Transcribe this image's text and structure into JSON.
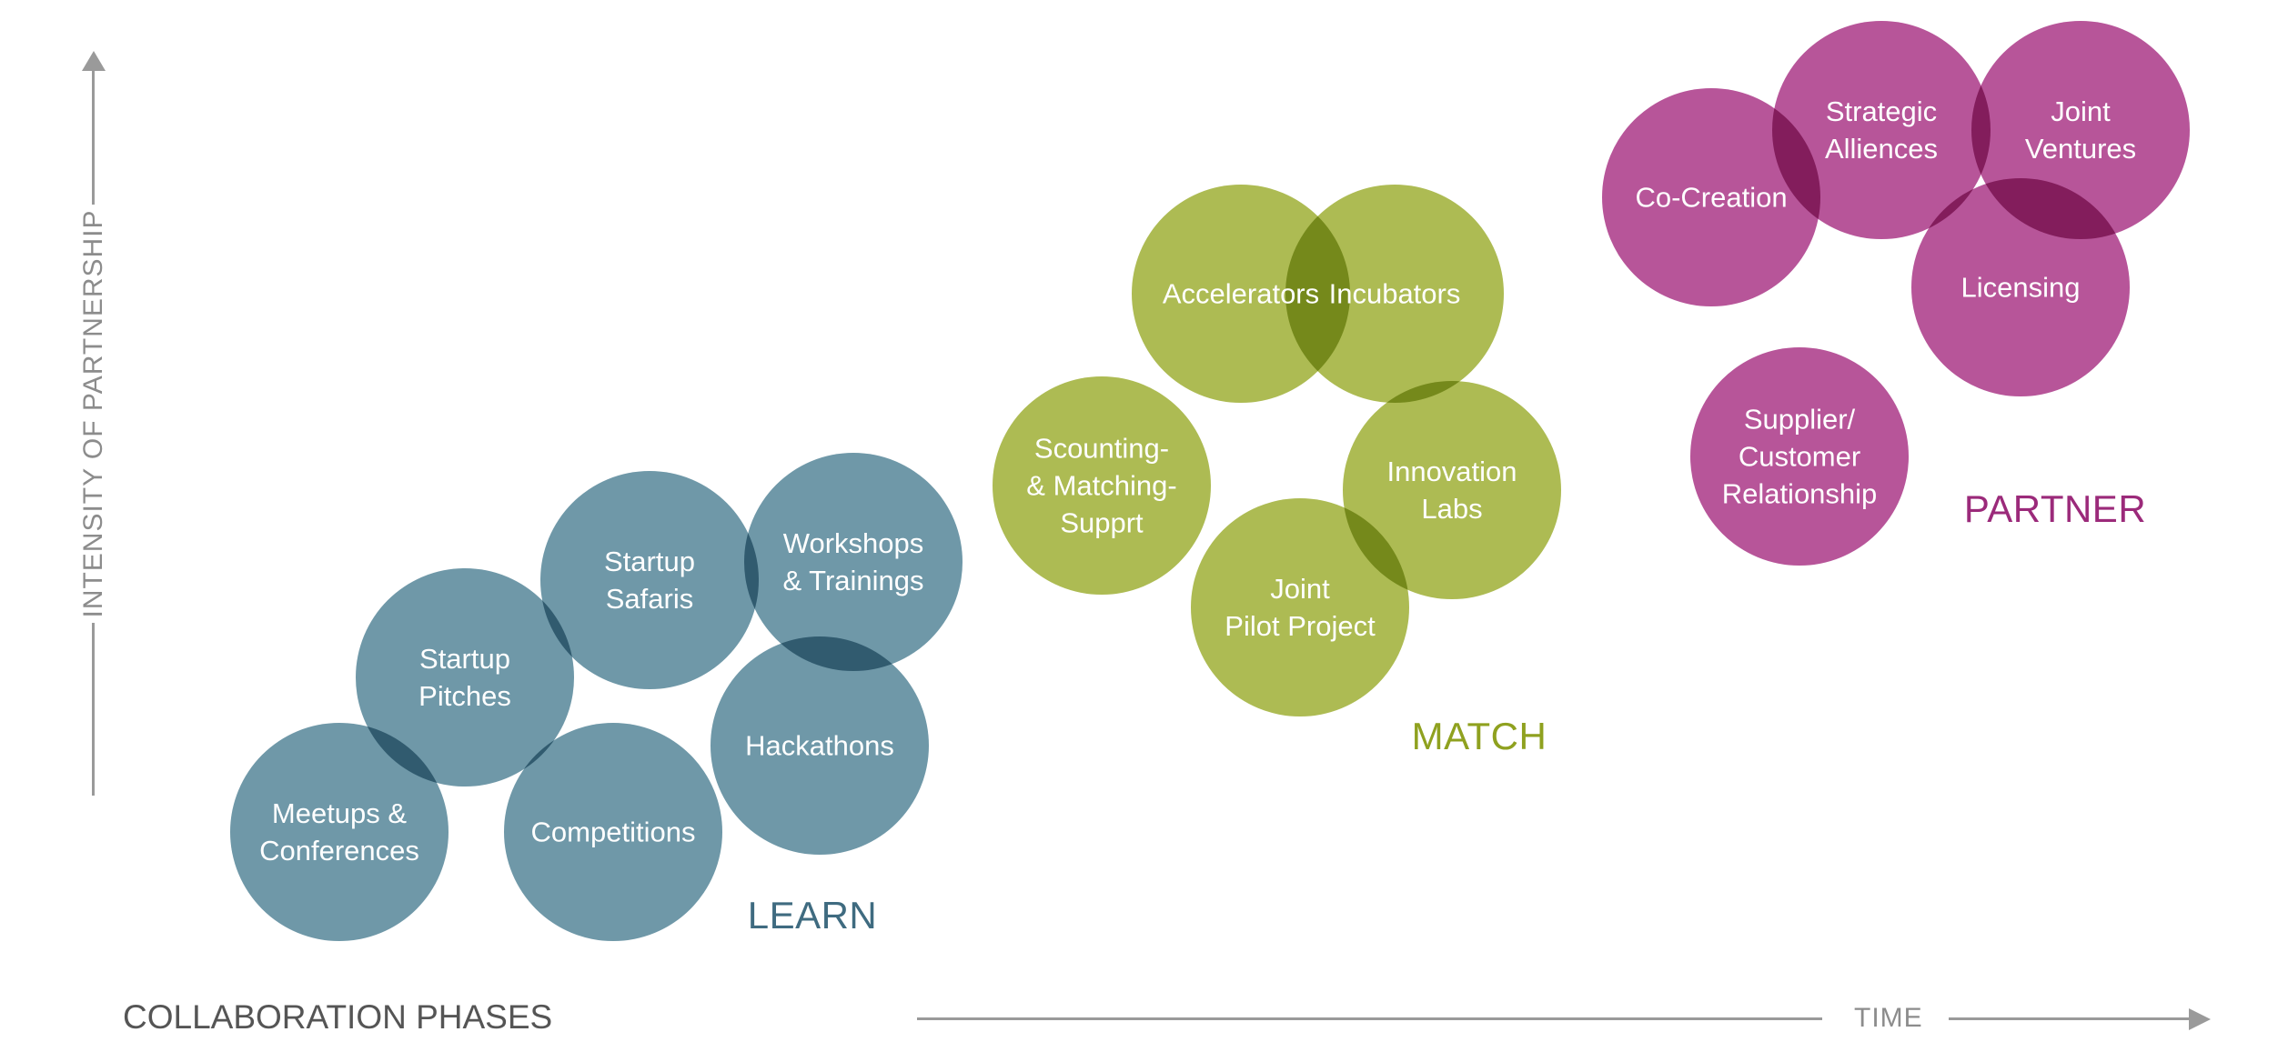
{
  "colors": {
    "learn": "#6f98a8",
    "match": "#adbb53",
    "partner": "#b75599",
    "learn_text": "#3f6b80",
    "match_text": "#8fa11f",
    "partner_text": "#9b2a7a",
    "axis": "#9a9a9a",
    "title": "#555555"
  },
  "title": "COLLABORATION PHASES",
  "y_axis_label": "INTENSITY OF PARTNERSHIP",
  "x_axis_label": "TIME",
  "phases": [
    {
      "id": "learn",
      "label": "LEARN",
      "items": [
        "Meetups &\nConferences",
        "Startup\nPitches",
        "Startup\nSafaris",
        "Workshops\n& Trainings",
        "Competitions",
        "Hackathons"
      ]
    },
    {
      "id": "match",
      "label": "MATCH",
      "items": [
        "Accelerators",
        "Incubators",
        "Scounting-\n& Matching-\nSupprt",
        "Innovation\nLabs",
        "Joint\nPilot Project"
      ]
    },
    {
      "id": "partner",
      "label": "PARTNER",
      "items": [
        "Co-Creation",
        "Strategic\nAlliences",
        "Joint\nVentures",
        "Licensing",
        "Supplier/\nCustomer\nRelationship"
      ]
    }
  ]
}
